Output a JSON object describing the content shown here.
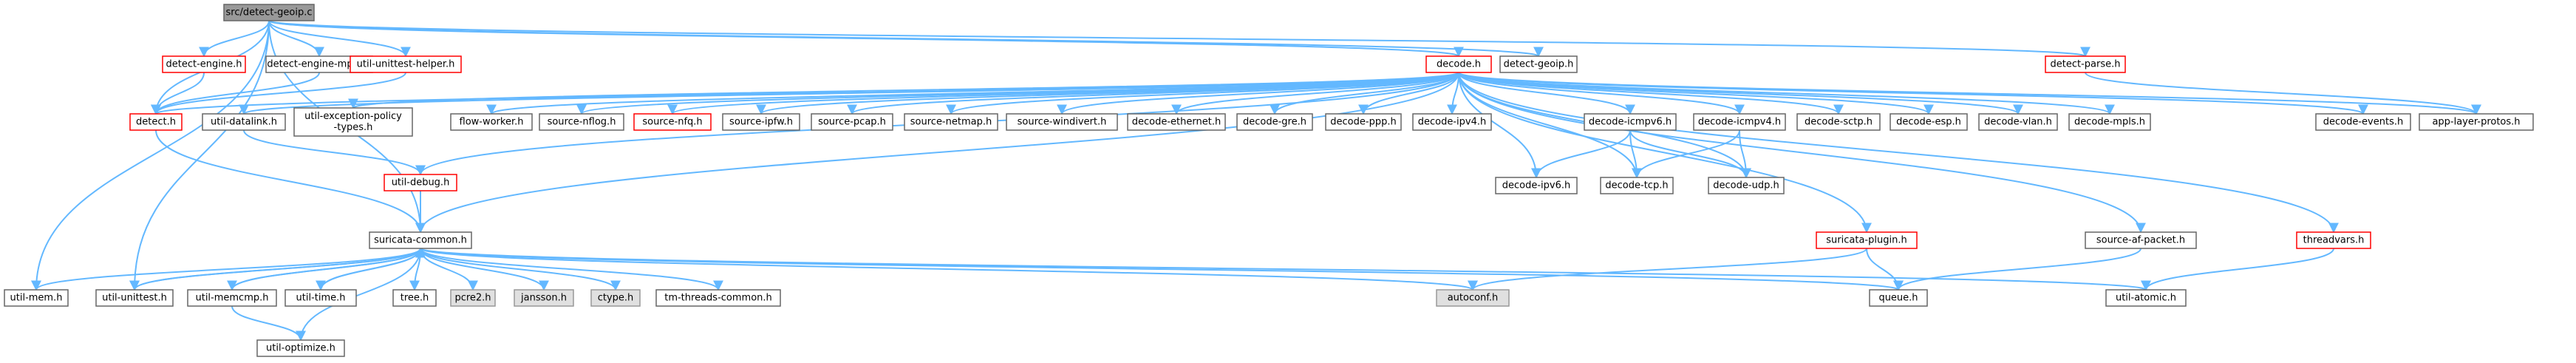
{
  "colors": {
    "edge": "#63b8ff",
    "node_fill": "#ffffff",
    "node_border_normal": "#666666",
    "node_border_link_missing": "#ff0000",
    "root_fill": "#999999",
    "root_border": "#666666",
    "external_fill": "#e0e0e0",
    "external_border": "#999999"
  },
  "nodes": [
    {
      "id": "root",
      "label": "src/detect-geoip.c",
      "kind": "root"
    },
    {
      "id": "detect_engine",
      "label": "detect-engine.h",
      "kind": "missing"
    },
    {
      "id": "detect_engine_mpm",
      "label": "detect-engine-mpm.h",
      "kind": "normal"
    },
    {
      "id": "util_unittest_helper",
      "label": "util-unittest-helper.h",
      "kind": "missing"
    },
    {
      "id": "decode",
      "label": "decode.h",
      "kind": "missing"
    },
    {
      "id": "detect_geoip",
      "label": "detect-geoip.h",
      "kind": "normal"
    },
    {
      "id": "detect_parse",
      "label": "detect-parse.h",
      "kind": "missing"
    },
    {
      "id": "app_layer_protos",
      "label": "app-layer-protos.h",
      "kind": "normal"
    },
    {
      "id": "detect",
      "label": "detect.h",
      "kind": "missing"
    },
    {
      "id": "util_datalink",
      "label": "util-datalink.h",
      "kind": "normal"
    },
    {
      "id": "util_exception_policy",
      "label": "util-exception-policy\n-types.h",
      "kind": "normal"
    },
    {
      "id": "flow_worker",
      "label": "flow-worker.h",
      "kind": "normal"
    },
    {
      "id": "source_nflog",
      "label": "source-nflog.h",
      "kind": "normal"
    },
    {
      "id": "source_nfq",
      "label": "source-nfq.h",
      "kind": "missing"
    },
    {
      "id": "source_ipfw",
      "label": "source-ipfw.h",
      "kind": "normal"
    },
    {
      "id": "source_pcap",
      "label": "source-pcap.h",
      "kind": "normal"
    },
    {
      "id": "source_netmap",
      "label": "source-netmap.h",
      "kind": "normal"
    },
    {
      "id": "source_windivert",
      "label": "source-windivert.h",
      "kind": "normal"
    },
    {
      "id": "decode_ethernet",
      "label": "decode-ethernet.h",
      "kind": "normal"
    },
    {
      "id": "decode_gre",
      "label": "decode-gre.h",
      "kind": "normal"
    },
    {
      "id": "decode_ppp",
      "label": "decode-ppp.h",
      "kind": "normal"
    },
    {
      "id": "decode_ipv4",
      "label": "decode-ipv4.h",
      "kind": "normal"
    },
    {
      "id": "decode_icmpv6",
      "label": "decode-icmpv6.h",
      "kind": "normal"
    },
    {
      "id": "decode_icmpv4",
      "label": "decode-icmpv4.h",
      "kind": "normal"
    },
    {
      "id": "decode_sctp",
      "label": "decode-sctp.h",
      "kind": "normal"
    },
    {
      "id": "decode_esp",
      "label": "decode-esp.h",
      "kind": "normal"
    },
    {
      "id": "decode_vlan",
      "label": "decode-vlan.h",
      "kind": "normal"
    },
    {
      "id": "decode_mpls",
      "label": "decode-mpls.h",
      "kind": "normal"
    },
    {
      "id": "decode_events",
      "label": "decode-events.h",
      "kind": "normal"
    },
    {
      "id": "util_debug",
      "label": "util-debug.h",
      "kind": "missing"
    },
    {
      "id": "decode_ipv6",
      "label": "decode-ipv6.h",
      "kind": "normal"
    },
    {
      "id": "decode_tcp",
      "label": "decode-tcp.h",
      "kind": "normal"
    },
    {
      "id": "decode_udp",
      "label": "decode-udp.h",
      "kind": "normal"
    },
    {
      "id": "suricata_common",
      "label": "suricata-common.h",
      "kind": "normal"
    },
    {
      "id": "suricata_plugin",
      "label": "suricata-plugin.h",
      "kind": "missing"
    },
    {
      "id": "source_af_packet",
      "label": "source-af-packet.h",
      "kind": "normal"
    },
    {
      "id": "threadvars",
      "label": "threadvars.h",
      "kind": "missing"
    },
    {
      "id": "util_mem",
      "label": "util-mem.h",
      "kind": "normal"
    },
    {
      "id": "util_unittest",
      "label": "util-unittest.h",
      "kind": "normal"
    },
    {
      "id": "util_memcmp",
      "label": "util-memcmp.h",
      "kind": "normal"
    },
    {
      "id": "util_time",
      "label": "util-time.h",
      "kind": "normal"
    },
    {
      "id": "tree",
      "label": "tree.h",
      "kind": "normal"
    },
    {
      "id": "pcre2",
      "label": "pcre2.h",
      "kind": "external"
    },
    {
      "id": "jansson",
      "label": "jansson.h",
      "kind": "external"
    },
    {
      "id": "ctype",
      "label": "ctype.h",
      "kind": "external"
    },
    {
      "id": "tm_threads_common",
      "label": "tm-threads-common.h",
      "kind": "normal"
    },
    {
      "id": "autoconf",
      "label": "autoconf.h",
      "kind": "external"
    },
    {
      "id": "queue",
      "label": "queue.h",
      "kind": "normal"
    },
    {
      "id": "util_atomic",
      "label": "util-atomic.h",
      "kind": "normal"
    },
    {
      "id": "util_optimize",
      "label": "util-optimize.h",
      "kind": "normal"
    }
  ],
  "edges": [
    [
      "root",
      "detect_engine"
    ],
    [
      "root",
      "detect_engine_mpm"
    ],
    [
      "root",
      "util_unittest_helper"
    ],
    [
      "root",
      "decode"
    ],
    [
      "root",
      "detect_geoip"
    ],
    [
      "root",
      "detect_parse"
    ],
    [
      "root",
      "detect"
    ],
    [
      "root",
      "suricata_common"
    ],
    [
      "root",
      "util_mem"
    ],
    [
      "root",
      "util_unittest"
    ],
    [
      "detect_engine",
      "detect"
    ],
    [
      "detect_engine_mpm",
      "detect"
    ],
    [
      "util_unittest_helper",
      "detect"
    ],
    [
      "detect_parse",
      "app_layer_protos"
    ],
    [
      "decode",
      "app_layer_protos"
    ],
    [
      "detect",
      "suricata_common"
    ],
    [
      "decode",
      "util_datalink"
    ],
    [
      "decode",
      "util_exception_policy"
    ],
    [
      "decode",
      "flow_worker"
    ],
    [
      "decode",
      "source_nflog"
    ],
    [
      "decode",
      "source_nfq"
    ],
    [
      "decode",
      "source_ipfw"
    ],
    [
      "decode",
      "source_pcap"
    ],
    [
      "decode",
      "source_netmap"
    ],
    [
      "decode",
      "source_windivert"
    ],
    [
      "decode",
      "decode_ethernet"
    ],
    [
      "decode",
      "decode_gre"
    ],
    [
      "decode",
      "decode_ppp"
    ],
    [
      "decode",
      "decode_ipv4"
    ],
    [
      "decode",
      "decode_icmpv6"
    ],
    [
      "decode",
      "decode_icmpv4"
    ],
    [
      "decode",
      "decode_sctp"
    ],
    [
      "decode",
      "decode_esp"
    ],
    [
      "decode",
      "decode_vlan"
    ],
    [
      "decode",
      "decode_mpls"
    ],
    [
      "decode",
      "decode_events"
    ],
    [
      "decode",
      "util_debug"
    ],
    [
      "decode",
      "decode_ipv6"
    ],
    [
      "decode",
      "decode_tcp"
    ],
    [
      "decode",
      "decode_udp"
    ],
    [
      "decode",
      "suricata_common"
    ],
    [
      "decode",
      "suricata_plugin"
    ],
    [
      "decode",
      "source_af_packet"
    ],
    [
      "decode",
      "threadvars"
    ],
    [
      "decode",
      "detect"
    ],
    [
      "util_datalink",
      "util_debug"
    ],
    [
      "util_debug",
      "suricata_common"
    ],
    [
      "decode_icmpv6",
      "decode_ipv6"
    ],
    [
      "decode_icmpv6",
      "decode_tcp"
    ],
    [
      "decode_icmpv6",
      "decode_udp"
    ],
    [
      "decode_icmpv4",
      "decode_tcp"
    ],
    [
      "decode_icmpv4",
      "decode_udp"
    ],
    [
      "suricata_common",
      "util_mem"
    ],
    [
      "suricata_common",
      "util_unittest"
    ],
    [
      "suricata_common",
      "util_memcmp"
    ],
    [
      "suricata_common",
      "util_time"
    ],
    [
      "suricata_common",
      "tree"
    ],
    [
      "suricata_common",
      "pcre2"
    ],
    [
      "suricata_common",
      "jansson"
    ],
    [
      "suricata_common",
      "ctype"
    ],
    [
      "suricata_common",
      "tm_threads_common"
    ],
    [
      "suricata_common",
      "autoconf"
    ],
    [
      "suricata_common",
      "queue"
    ],
    [
      "suricata_common",
      "util_atomic"
    ],
    [
      "suricata_common",
      "util_optimize"
    ],
    [
      "util_memcmp",
      "util_optimize"
    ],
    [
      "util_memcmp",
      "suricata_common"
    ],
    [
      "util_time",
      "suricata_common"
    ],
    [
      "util_unittest",
      "suricata_common"
    ],
    [
      "suricata_plugin",
      "autoconf"
    ],
    [
      "suricata_plugin",
      "queue"
    ],
    [
      "source_af_packet",
      "queue"
    ],
    [
      "threadvars",
      "util_atomic"
    ]
  ]
}
